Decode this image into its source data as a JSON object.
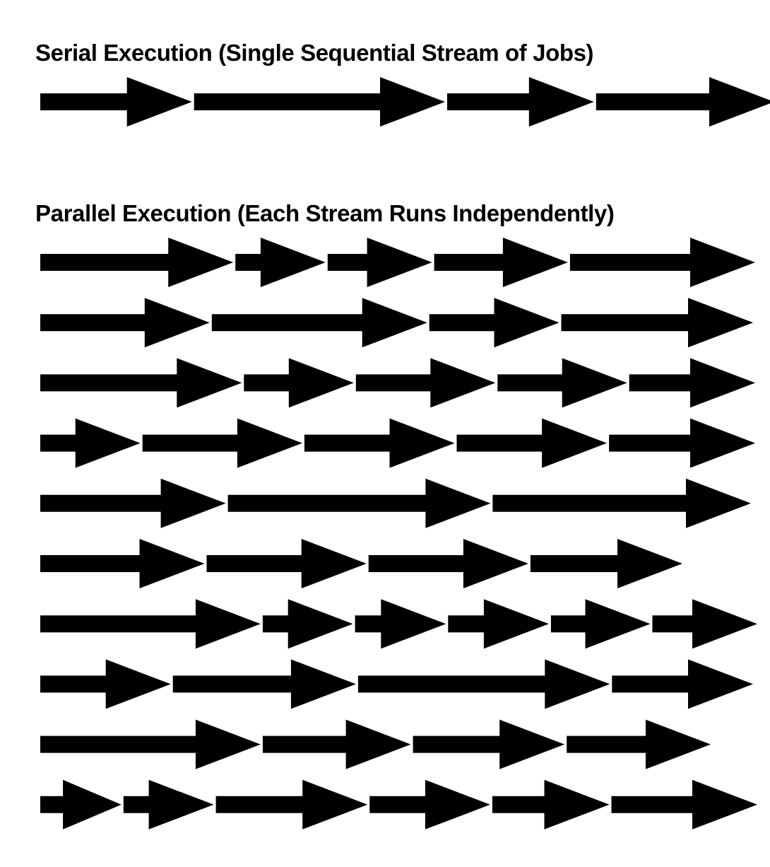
{
  "serial": {
    "heading": "Serial Execution (Single Sequential Stream of Jobs)",
    "jobs": [
      0.2147,
      0.3553,
      0.2078,
      0.2522
    ]
  },
  "parallel": {
    "heading": "Parallel Execution (Each Stream Runs Independently)",
    "streams": [
      [
        0.2732,
        0.1276,
        0.1478,
        0.1893,
        0.2621
      ],
      [
        0.2398,
        0.3049,
        0.1838,
        0.2715
      ],
      [
        0.2853,
        0.1555,
        0.1975,
        0.1834,
        0.1783
      ],
      [
        0.1417,
        0.2262,
        0.2126,
        0.2126,
        0.2069
      ],
      [
        0.2626,
        0.3718,
        0.3656
      ],
      [
        0.2325,
        0.2262,
        0.2262,
        0.2151
      ],
      [
        0.3119,
        0.1277,
        0.1287,
        0.1426,
        0.1406,
        0.1485
      ],
      [
        0.1847,
        0.2592,
        0.3564,
        0.1997
      ],
      [
        0.3119,
        0.2097,
        0.2146,
        0.2038
      ],
      [
        0.1148,
        0.1278,
        0.2146,
        0.1707,
        0.1656,
        0.2065
      ]
    ]
  },
  "colors": {
    "arrow": "#000000",
    "text": "#000000",
    "background": "#ffffff"
  }
}
